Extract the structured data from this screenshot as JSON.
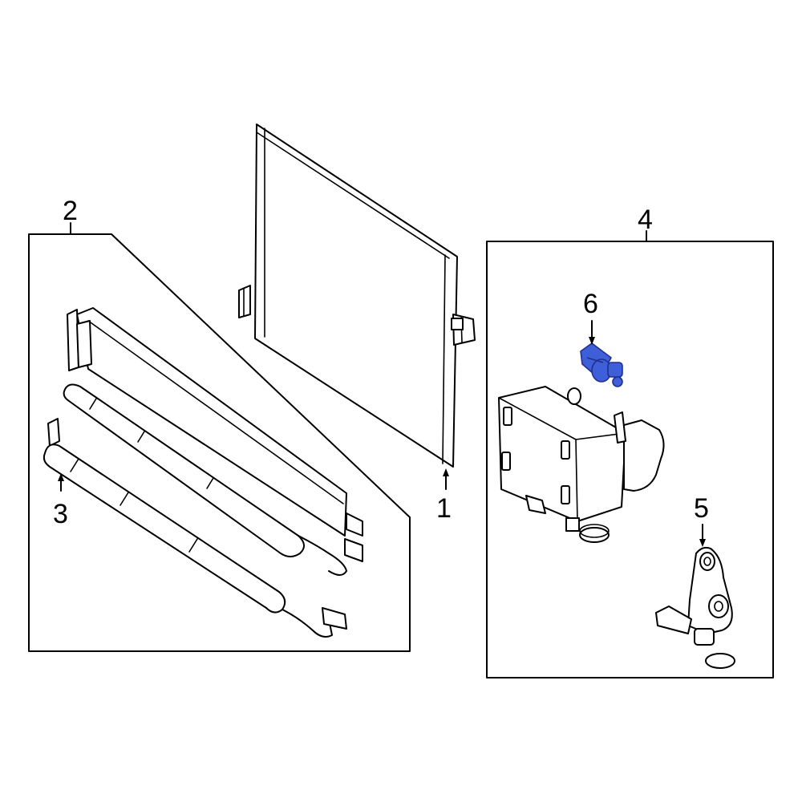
{
  "callouts": {
    "c1": "1",
    "c2": "2",
    "c3": "3",
    "c4": "4",
    "c5": "5",
    "c6": "6"
  },
  "colors": {
    "line": "#000000",
    "highlight_fill": "#3f5fd8",
    "highlight_stroke": "#1f2f8f",
    "background": "#ffffff"
  }
}
